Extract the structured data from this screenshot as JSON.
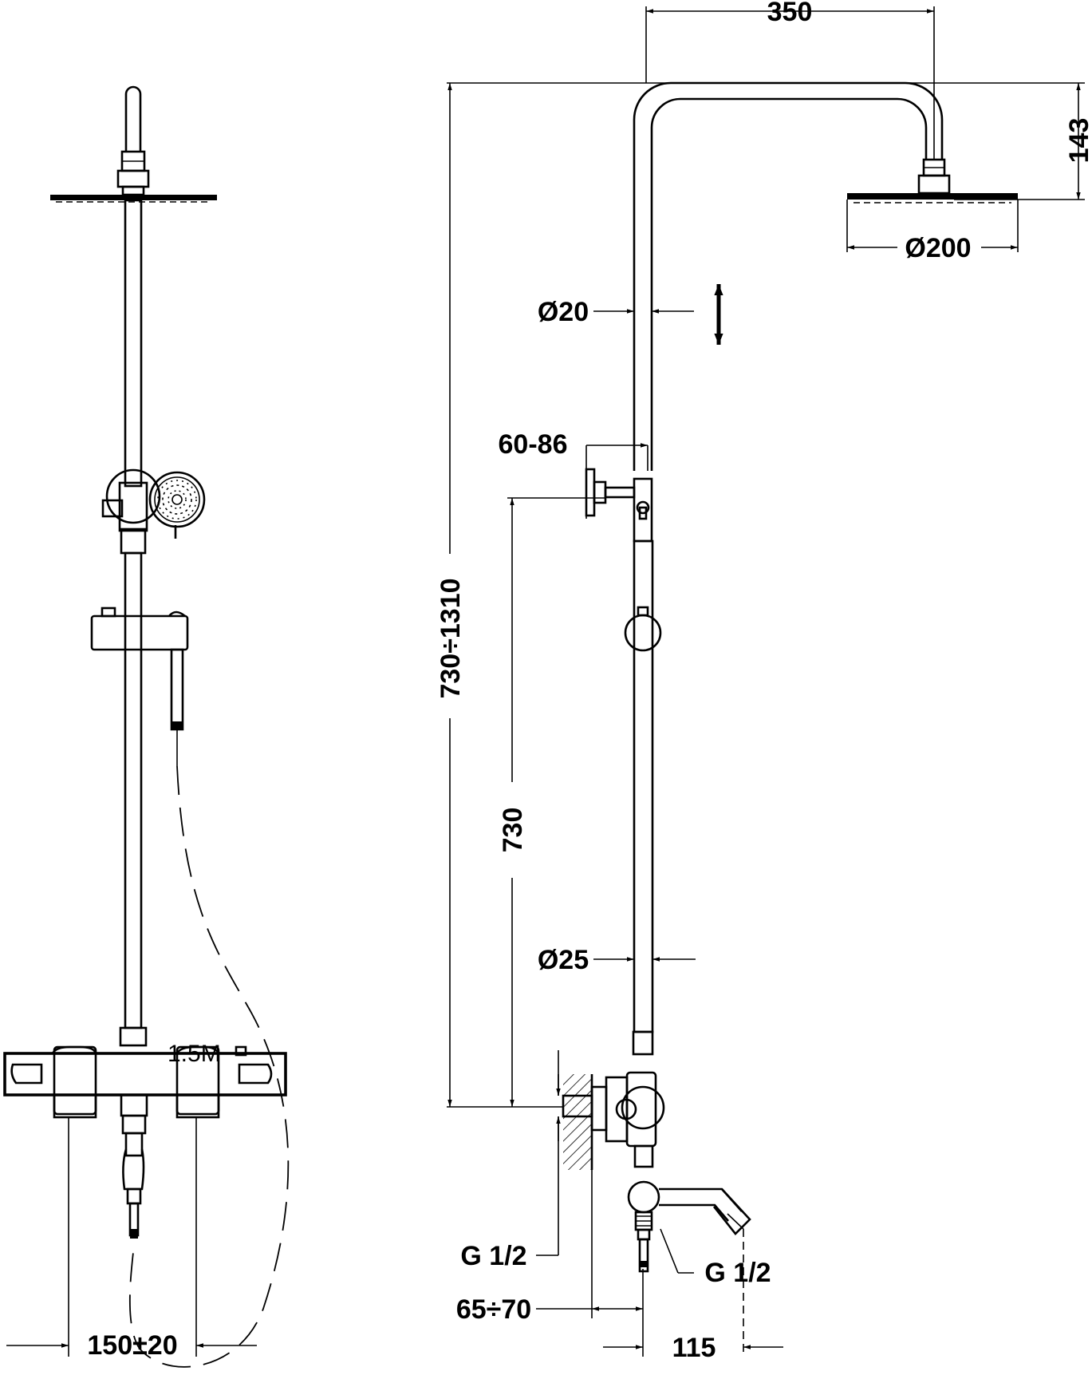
{
  "dimensions": {
    "top_width": "350",
    "head_drop": "143",
    "head_diameter": "Ø200",
    "upper_pipe_diameter": "Ø20",
    "bracket_offset": "60-86",
    "total_height": "730÷1310",
    "lower_height": "730",
    "lower_pipe_diameter": "Ø25",
    "inlet_thread": "G 1/2",
    "outlet_thread": "G 1/2",
    "wall_offset": "65÷70",
    "spout_reach": "115",
    "inlet_spacing": "150±20",
    "hose_length": "1.5M"
  }
}
